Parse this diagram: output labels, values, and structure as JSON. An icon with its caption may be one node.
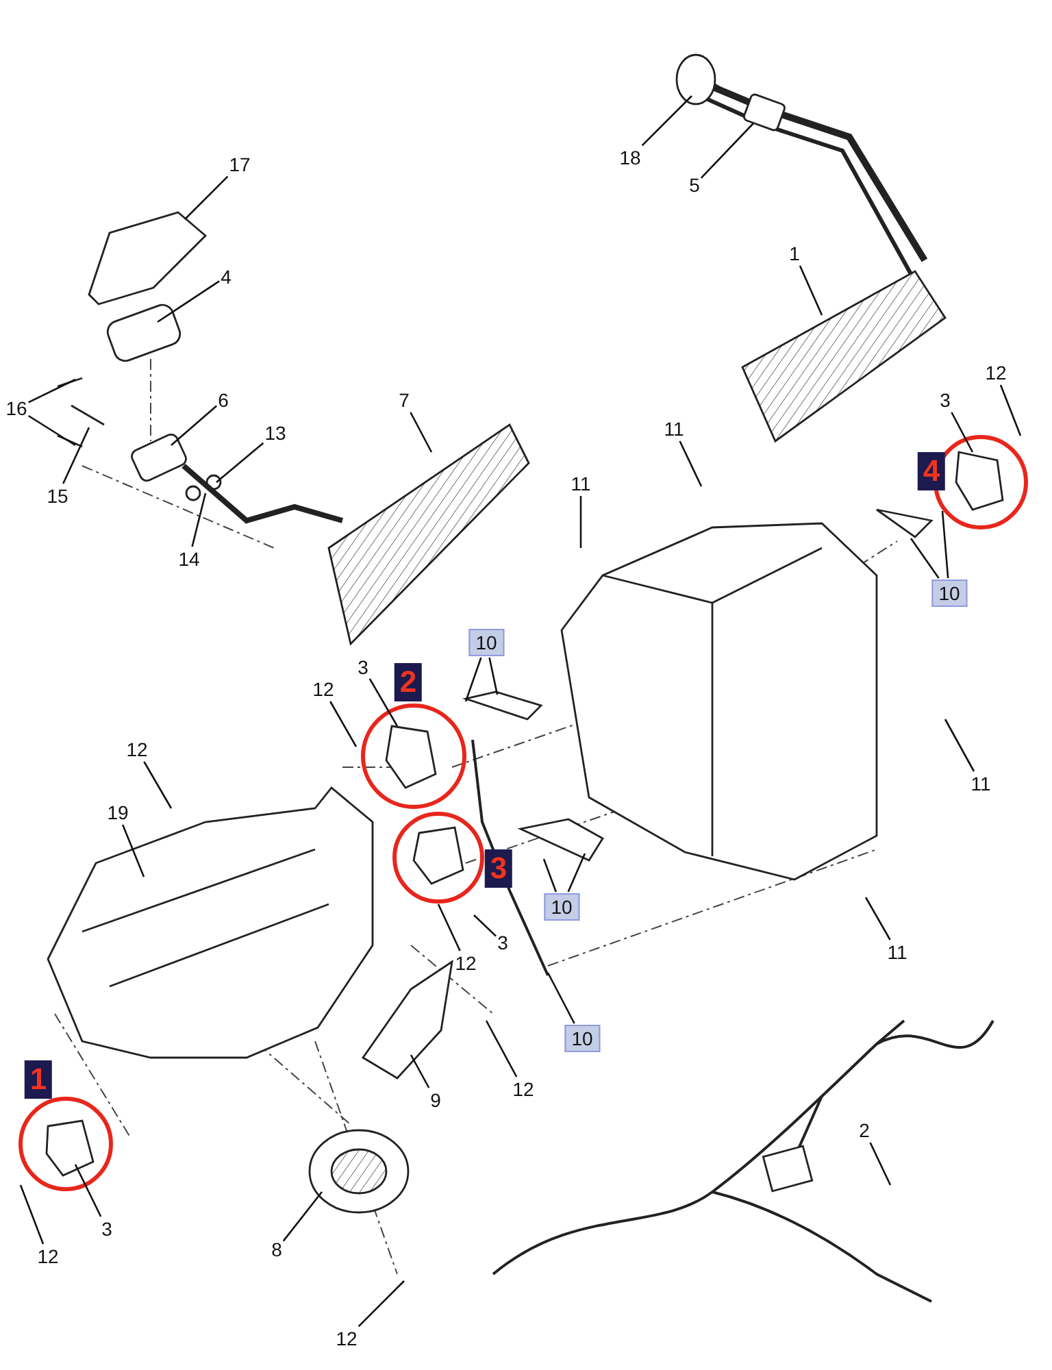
{
  "diagram": {
    "nodes": [
      {
        "text": [
          "17"
        ]
      },
      {
        "text": [
          "4"
        ]
      },
      {
        "text": [
          "16"
        ]
      },
      {
        "text": [
          "6"
        ]
      },
      {
        "text": [
          "13"
        ]
      },
      {
        "text": [
          "15"
        ]
      },
      {
        "text": [
          "14"
        ]
      },
      {
        "text": [
          "7"
        ]
      },
      {
        "text": [
          "18"
        ]
      },
      {
        "text": [
          "5"
        ]
      },
      {
        "text": [
          "1"
        ]
      },
      {
        "text": [
          "11"
        ]
      },
      {
        "text": [
          "11"
        ]
      },
      {
        "text": [
          "12"
        ]
      },
      {
        "text": [
          "3"
        ]
      },
      {
        "text": [
          "10"
        ]
      },
      {
        "text": [
          "10"
        ]
      },
      {
        "text": [
          "3"
        ]
      },
      {
        "text": [
          "12"
        ]
      },
      {
        "text": [
          "12"
        ]
      },
      {
        "text": [
          "19"
        ]
      },
      {
        "text": [
          "11"
        ]
      },
      {
        "text": [
          "3"
        ]
      },
      {
        "text": [
          "12"
        ]
      },
      {
        "text": [
          "10"
        ]
      },
      {
        "text": [
          "11"
        ]
      },
      {
        "text": [
          "10"
        ]
      },
      {
        "text": [
          "12"
        ]
      },
      {
        "text": [
          "9"
        ]
      },
      {
        "text": [
          "2"
        ]
      },
      {
        "text": [
          "3"
        ]
      },
      {
        "text": [
          "12"
        ]
      },
      {
        "text": [
          "8"
        ]
      },
      {
        "text": [
          "12"
        ]
      }
    ],
    "edges": [
      {
        "from": 0,
        "to": null,
        "arrow": "none"
      },
      {
        "from": 1,
        "to": null,
        "arrow": "none"
      },
      {
        "from": 2,
        "to": null,
        "arrow": "none"
      },
      {
        "from": 2,
        "to": null,
        "arrow": "none"
      },
      {
        "from": 3,
        "to": null,
        "arrow": "none"
      },
      {
        "from": 4,
        "to": null,
        "arrow": "none"
      },
      {
        "from": 5,
        "to": null,
        "arrow": "none"
      },
      {
        "from": 6,
        "to": null,
        "arrow": "none"
      },
      {
        "from": 7,
        "to": null,
        "arrow": "none"
      },
      {
        "from": 8,
        "to": null,
        "arrow": "none"
      },
      {
        "from": 9,
        "to": null,
        "arrow": "none"
      },
      {
        "from": 10,
        "to": null,
        "arrow": "none"
      },
      {
        "from": 11,
        "to": null,
        "arrow": "none"
      },
      {
        "from": 12,
        "to": null,
        "arrow": "none"
      },
      {
        "from": 13,
        "to": null,
        "arrow": "none"
      },
      {
        "from": 14,
        "to": null,
        "arrow": "none"
      },
      {
        "from": 15,
        "to": null,
        "arrow": "none"
      },
      {
        "from": 15,
        "to": null,
        "arrow": "none"
      },
      {
        "from": 16,
        "to": null,
        "arrow": "none"
      },
      {
        "from": 16,
        "to": null,
        "arrow": "none"
      },
      {
        "from": 17,
        "to": null,
        "arrow": "none"
      },
      {
        "from": 18,
        "to": null,
        "arrow": "none"
      },
      {
        "from": 19,
        "to": null,
        "arrow": "none"
      },
      {
        "from": 20,
        "to": null,
        "arrow": "none"
      },
      {
        "from": 21,
        "to": null,
        "arrow": "none"
      },
      {
        "from": 22,
        "to": null,
        "arrow": "none"
      },
      {
        "from": 23,
        "to": null,
        "arrow": "none"
      },
      {
        "from": 24,
        "to": null,
        "arrow": "none"
      },
      {
        "from": 24,
        "to": null,
        "arrow": "none"
      },
      {
        "from": 25,
        "to": null,
        "arrow": "none"
      },
      {
        "from": 26,
        "to": null,
        "arrow": "none"
      },
      {
        "from": 27,
        "to": null,
        "arrow": "none"
      },
      {
        "from": 28,
        "to": null,
        "arrow": "none"
      },
      {
        "from": 29,
        "to": null,
        "arrow": "none"
      },
      {
        "from": 30,
        "to": null,
        "arrow": "none"
      },
      {
        "from": 31,
        "to": null,
        "arrow": "none"
      },
      {
        "from": 32,
        "to": null,
        "arrow": "none"
      },
      {
        "from": 33,
        "to": null,
        "arrow": "none"
      }
    ],
    "labels": [
      "1",
      "2",
      "3",
      "4"
    ]
  }
}
